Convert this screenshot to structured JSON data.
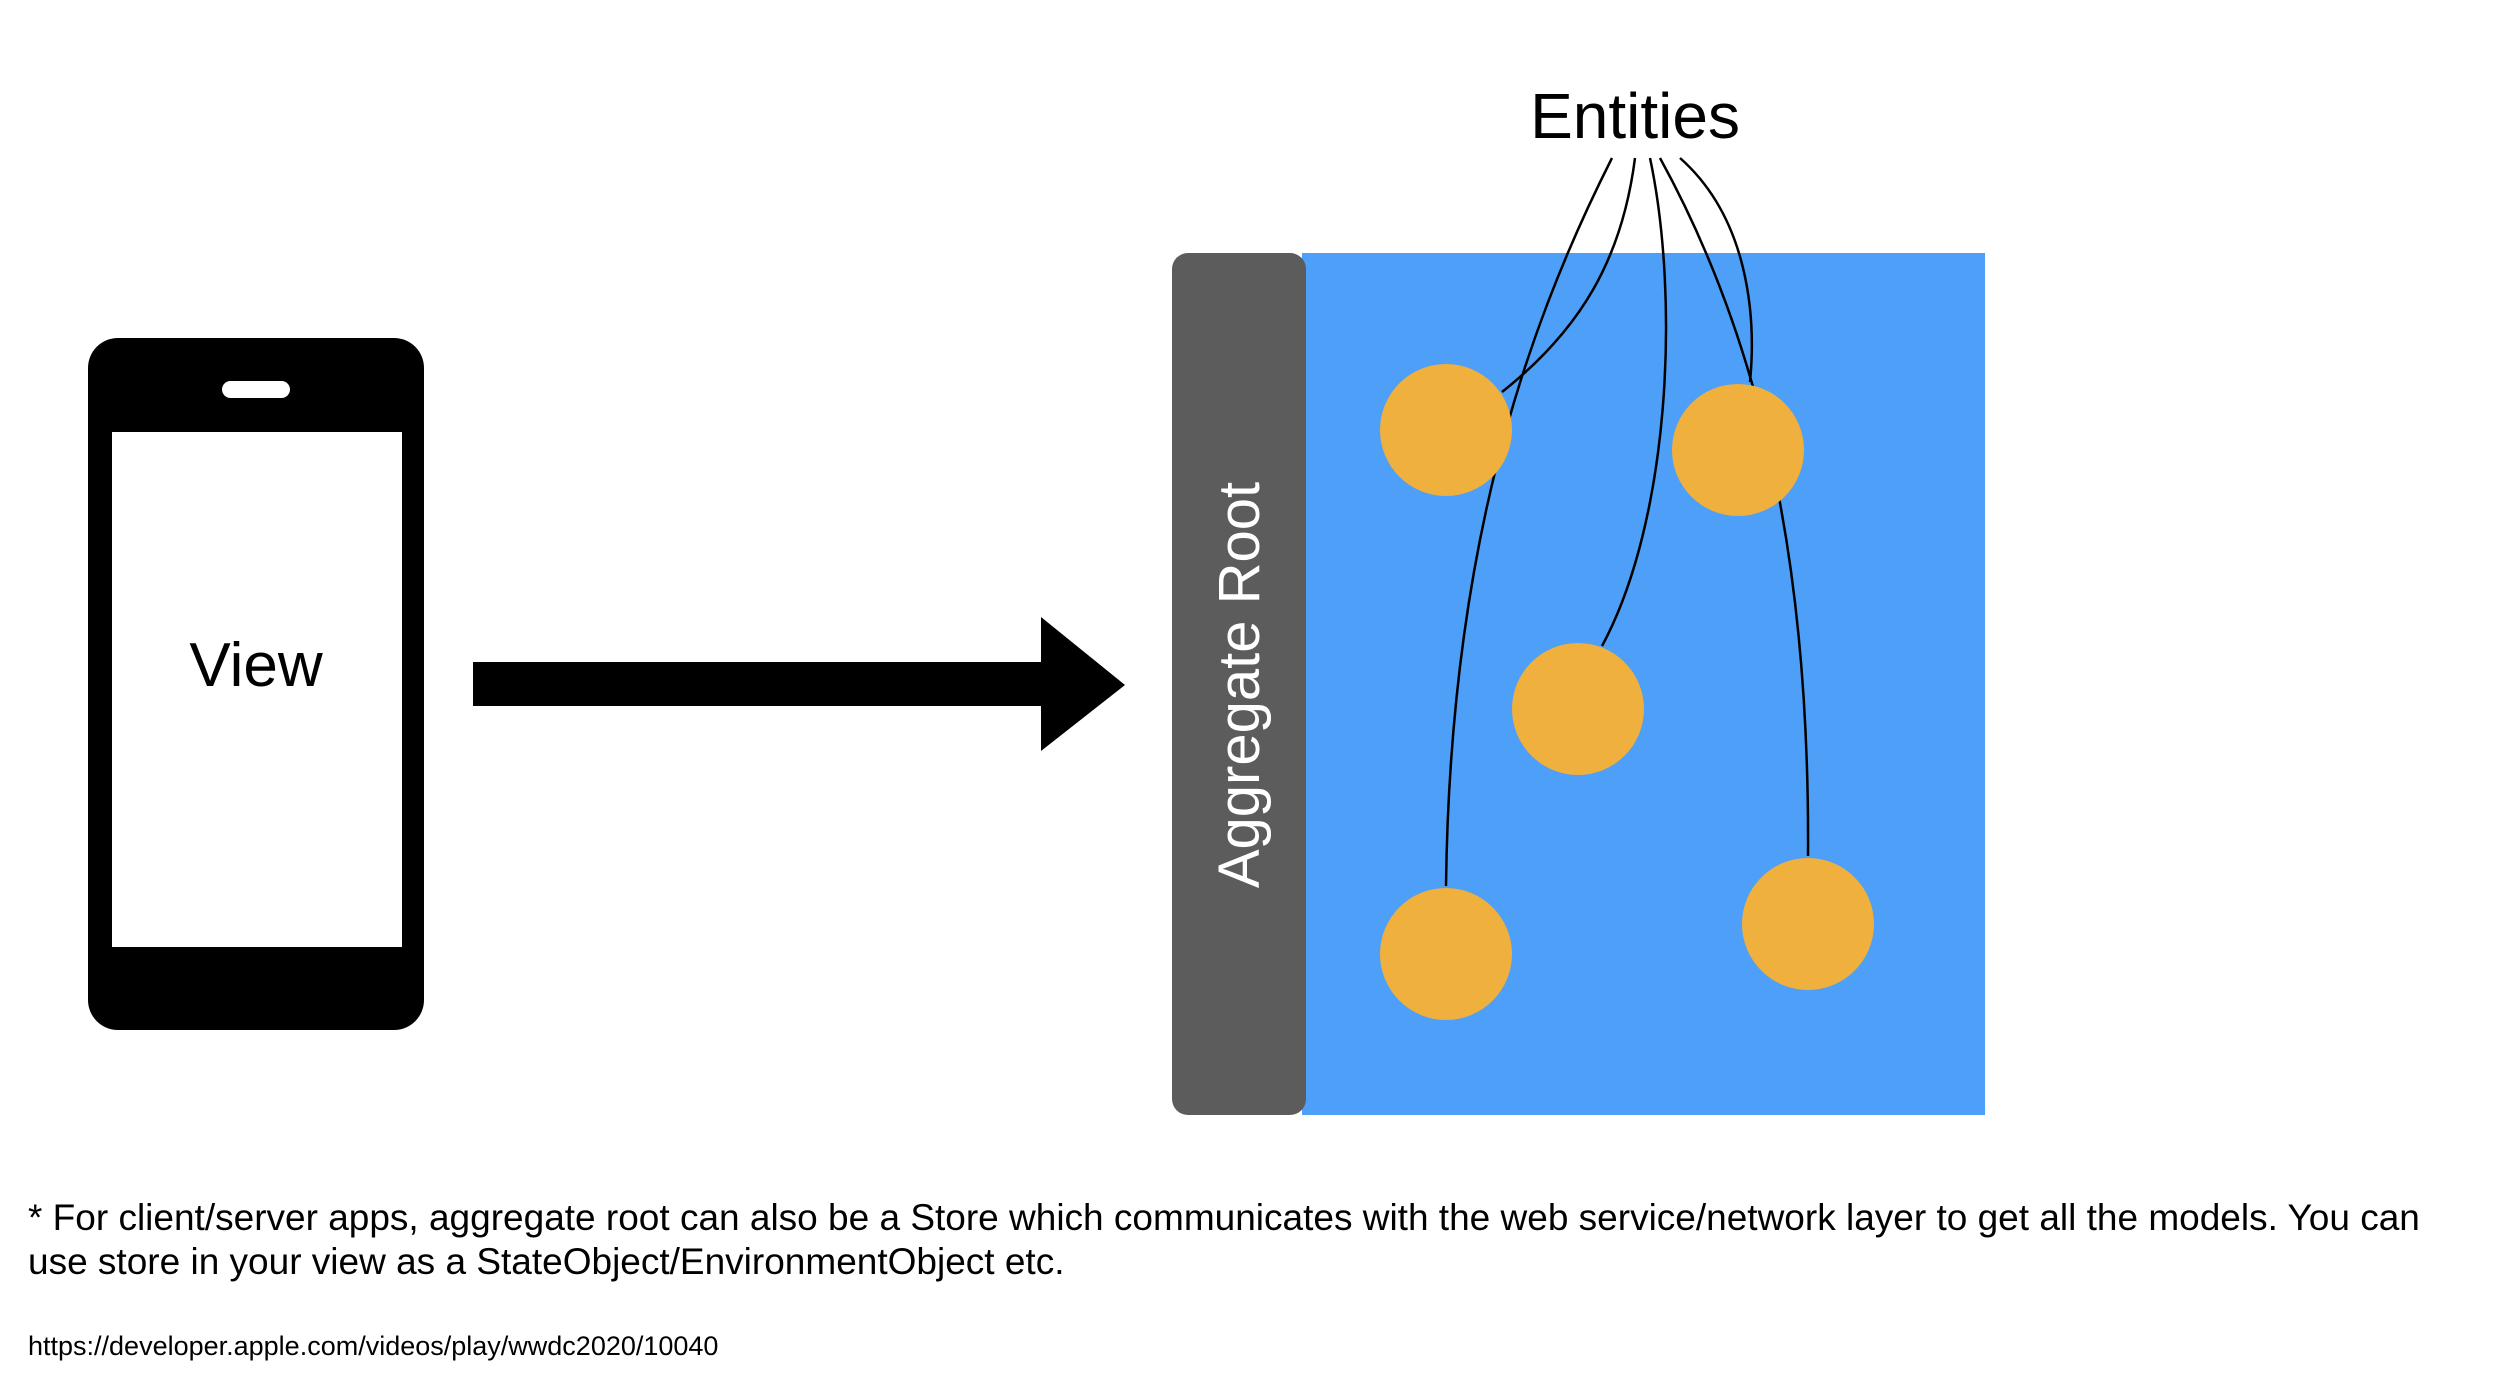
{
  "labels": {
    "entities": "Entities",
    "view": "View",
    "aggregate_root": "Aggregate Root"
  },
  "footnote": "* For client/server apps, aggregate root can also be a Store which communicates with the web service/network layer to get all the models. You can use store in your view as a StateObject/EnvironmentObject etc.",
  "source_url": "https://developer.apple.com/videos/play/wwdc2020/10040",
  "icons": {
    "phone": "phone-icon",
    "arrow": "right-arrow-icon"
  },
  "colors": {
    "aggregate_background": "#4e9ff7",
    "aggregate_root_bar": "#5c5c5c",
    "entity": "#efb03d",
    "phone": "#000000",
    "arrow": "#000000",
    "text": "#000000"
  },
  "entity_count": 5
}
